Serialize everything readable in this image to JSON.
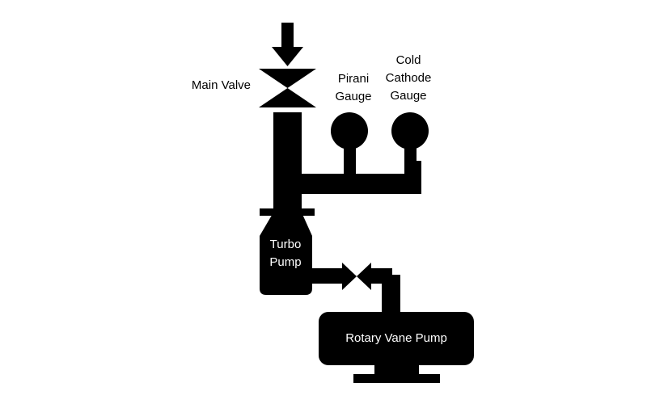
{
  "diagram": {
    "labels": {
      "main_valve": "Main Valve",
      "pirani_gauge": "Pirani\nGauge",
      "cold_cathode_gauge": "Cold\nCathode\nGauge",
      "turbo_pump": "Turbo\nPump",
      "rotary_vane_pump": "Rotary Vane Pump"
    },
    "colors": {
      "shape": "#000000",
      "background": "#ffffff",
      "label_text": "#000000",
      "inner_text": "#ffffff"
    }
  }
}
